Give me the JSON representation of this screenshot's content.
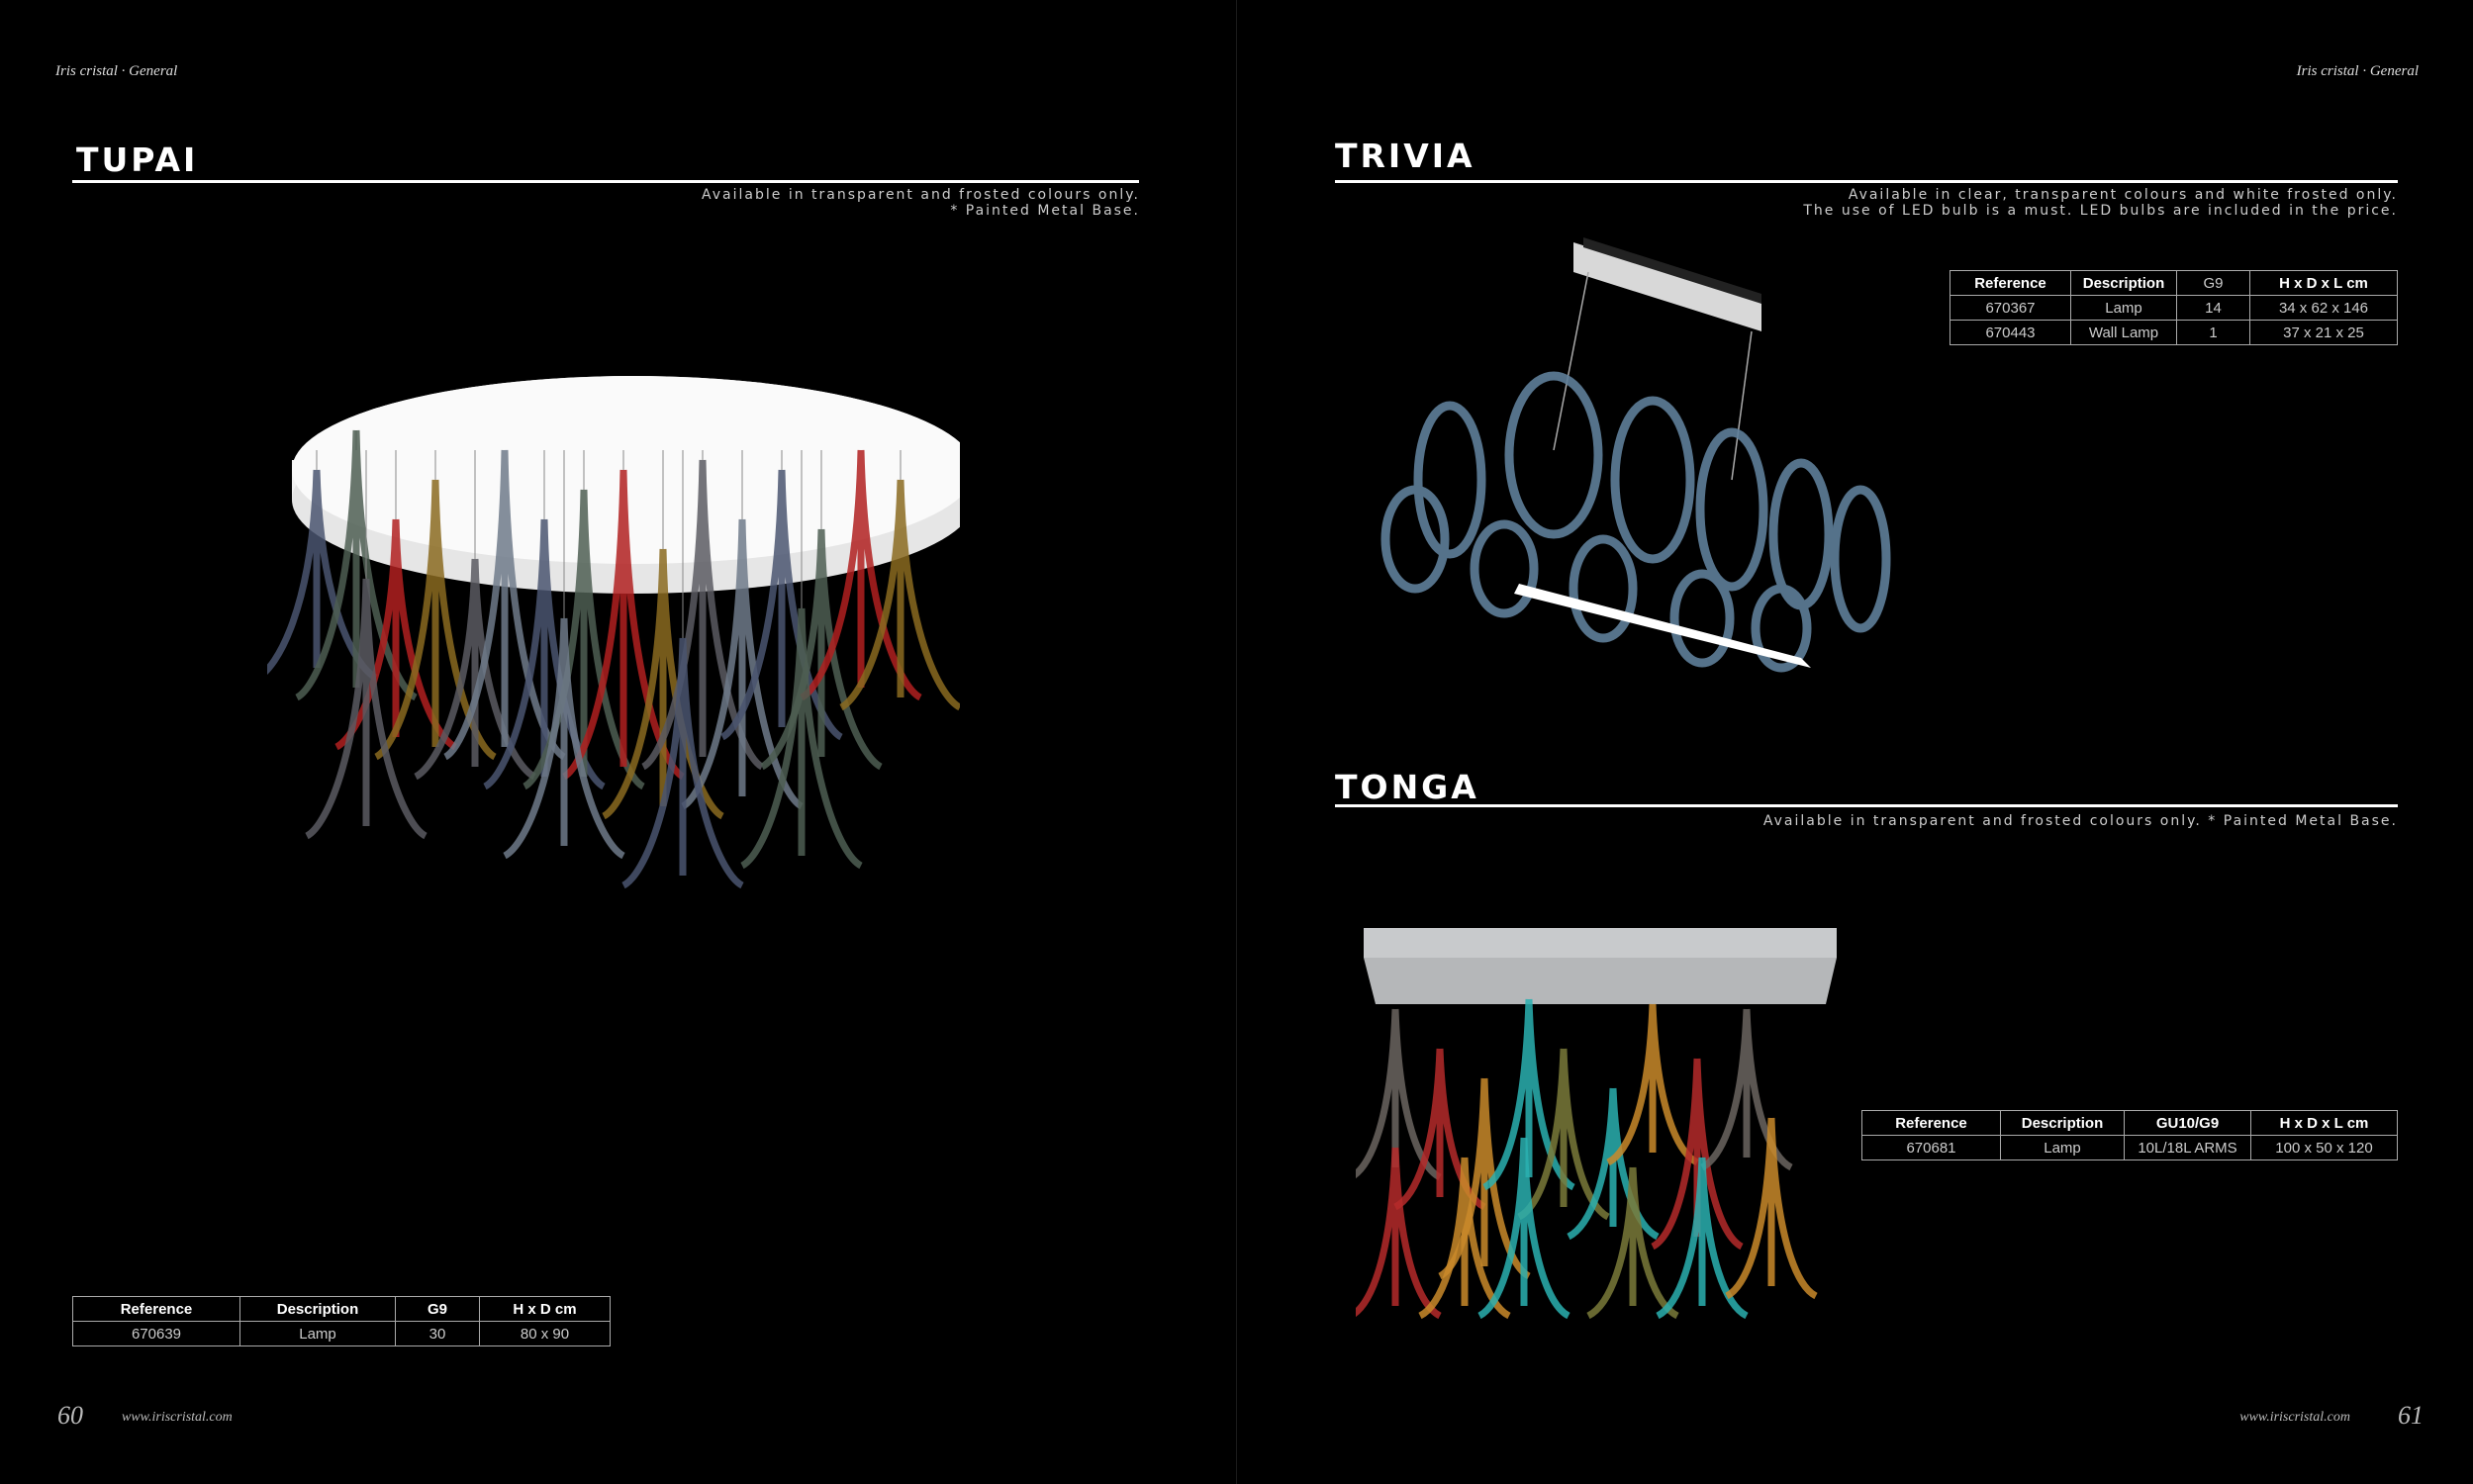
{
  "header": {
    "left_running_title": "Iris cristal · General",
    "right_running_title": "Iris cristal · General"
  },
  "tupai": {
    "title": "TUPAI",
    "desc": [
      "Available in transparent and frosted colours only.",
      "* Painted Metal Base."
    ],
    "table": {
      "headers": [
        "Reference",
        "Description",
        "G9",
        "H x D cm"
      ],
      "rows": [
        [
          "670639",
          "Lamp",
          "30",
          "80 x 90"
        ]
      ]
    }
  },
  "trivia": {
    "title": "TRIVIA",
    "desc": [
      "Available in clear, transparent colours and white frosted only.",
      "The use of LED bulb is a must. LED bulbs are included in the price."
    ],
    "table": {
      "headers": [
        "Reference",
        "Description",
        "G9",
        "H x D x L cm"
      ],
      "rows": [
        [
          "670367",
          "Lamp",
          "14",
          "34 x 62 x 146"
        ],
        [
          "670443",
          "Wall Lamp",
          "1",
          "37 x 21 x 25"
        ]
      ]
    }
  },
  "tonga": {
    "title": "TONGA",
    "desc": [
      "Available in transparent and frosted colours only. * Painted Metal Base."
    ],
    "table": {
      "headers": [
        "Reference",
        "Description",
        "GU10/G9",
        "H x D x L cm"
      ],
      "rows": [
        [
          "670681",
          "Lamp",
          "10L/18L ARMS",
          "100 x 50 x 120"
        ]
      ]
    }
  },
  "footer": {
    "left_page": "60",
    "left_url": "www.iriscristal.com",
    "right_url": "www.iriscristal.com",
    "right_page": "61"
  }
}
